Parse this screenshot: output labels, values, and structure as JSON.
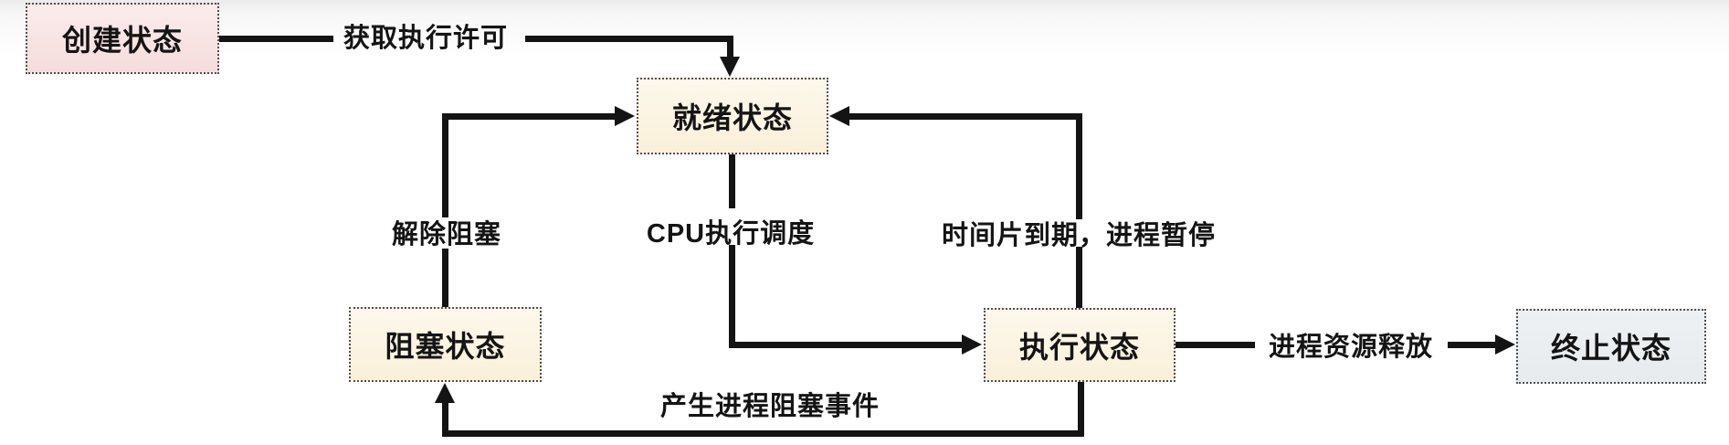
{
  "diagram": {
    "nodes": {
      "create": {
        "label": "创建状态",
        "fill": "#f6dede"
      },
      "ready": {
        "label": "就绪状态",
        "fill": "#fbf3e1"
      },
      "blocked": {
        "label": "阻塞状态",
        "fill": "#fbf3e1"
      },
      "running": {
        "label": "执行状态",
        "fill": "#fbf3e1"
      },
      "terminated": {
        "label": "终止状态",
        "fill": "#eaeef1"
      }
    },
    "edges": [
      {
        "from": "create",
        "to": "ready",
        "label": "获取执行许可"
      },
      {
        "from": "blocked",
        "to": "ready",
        "label": "解除阻塞"
      },
      {
        "from": "ready",
        "to": "running",
        "label": "CPU执行调度"
      },
      {
        "from": "running",
        "to": "ready",
        "label": "时间片到期，进程暂停"
      },
      {
        "from": "running",
        "to": "terminated",
        "label": "进程资源释放"
      },
      {
        "from": "running",
        "to": "blocked",
        "label": "产生进程阻塞事件"
      }
    ],
    "colors": {
      "line": "#141414",
      "text": "#141414",
      "box_border": "#4f4f4f"
    }
  }
}
